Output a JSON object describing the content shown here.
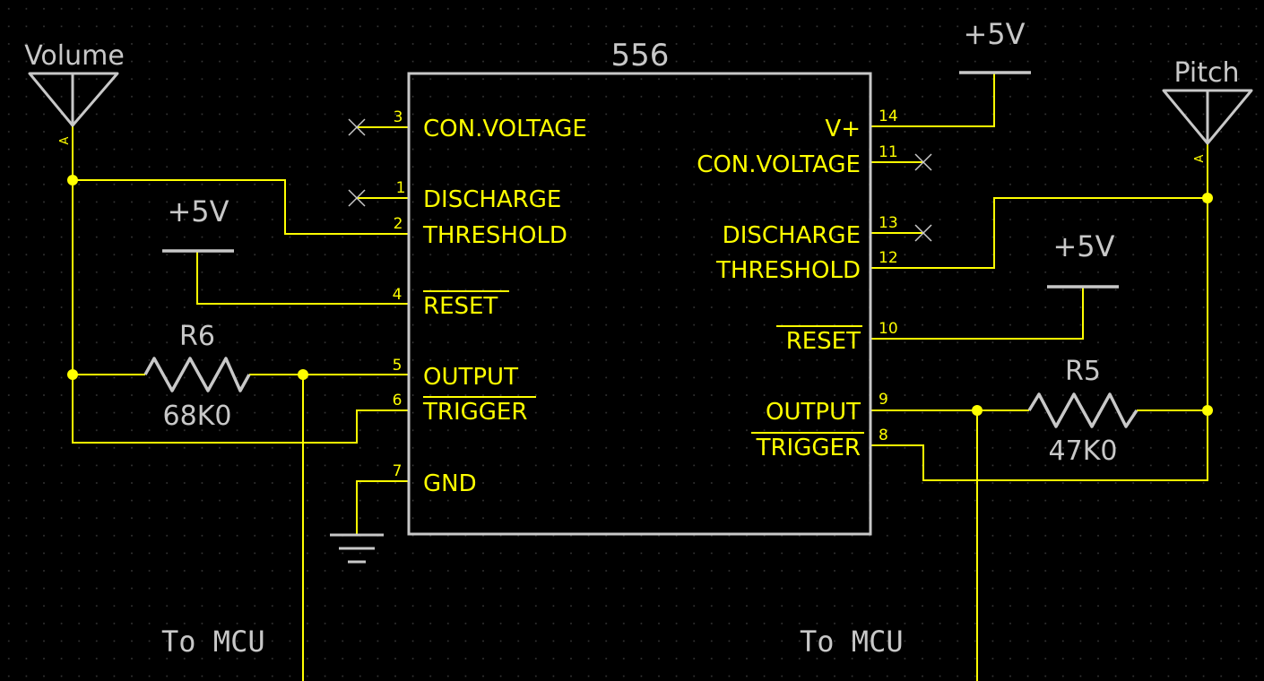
{
  "colors": {
    "background": "#000000",
    "grid_dot": "#3a3a3a",
    "wire": "#ffff00",
    "component": "#c8c8c8",
    "pin_label": "#ffff00",
    "text_gray": "#c8c8c8"
  },
  "ic": {
    "part": "556",
    "left_pins": [
      {
        "num": "3",
        "label": "CON.VOLTAGE",
        "overbar": false
      },
      {
        "num": "1",
        "label": "DISCHARGE",
        "overbar": false
      },
      {
        "num": "2",
        "label": "THRESHOLD",
        "overbar": false
      },
      {
        "num": "4",
        "label": "RESET",
        "overbar": true
      },
      {
        "num": "5",
        "label": "OUTPUT",
        "overbar": false
      },
      {
        "num": "6",
        "label": "TRIGGER",
        "overbar": true
      },
      {
        "num": "7",
        "label": "GND",
        "overbar": false
      }
    ],
    "right_pins": [
      {
        "num": "14",
        "label": "V+",
        "overbar": false
      },
      {
        "num": "11",
        "label": "CON.VOLTAGE",
        "overbar": false
      },
      {
        "num": "13",
        "label": "DISCHARGE",
        "overbar": false
      },
      {
        "num": "12",
        "label": "THRESHOLD",
        "overbar": false
      },
      {
        "num": "10",
        "label": "RESET",
        "overbar": true
      },
      {
        "num": "9",
        "label": "OUTPUT",
        "overbar": false
      },
      {
        "num": "8",
        "label": "TRIGGER",
        "overbar": true
      }
    ]
  },
  "antennas": {
    "volume": {
      "name": "Volume",
      "pin": "A"
    },
    "pitch": {
      "name": "Pitch",
      "pin": "A"
    }
  },
  "power": {
    "left": "+5V",
    "top_right": "+5V",
    "right": "+5V"
  },
  "resistors": {
    "r6": {
      "ref": "R6",
      "value": "68K0"
    },
    "r5": {
      "ref": "R5",
      "value": "47K0"
    }
  },
  "outputs": {
    "left": "To MCU",
    "right": "To MCU"
  }
}
